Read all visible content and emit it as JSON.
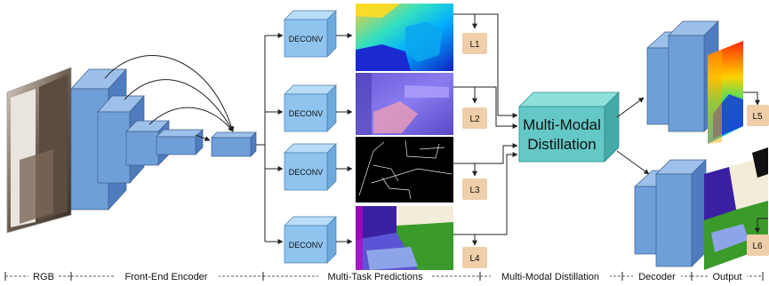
{
  "figure": {
    "deconv_label": "DECONV",
    "distillation_label_line1": "Multi-Modal",
    "distillation_label_line2": "Distillation",
    "loss_labels": [
      "L1",
      "L2",
      "L3",
      "L4",
      "L5",
      "L6"
    ],
    "stage_labels": {
      "rgb": "RGB",
      "encoder": "Front-End Encoder",
      "predictions": "Multi-Task Predictions",
      "distillation": "Multi-Modal Distillation",
      "decoder": "Decoder",
      "output": "Output"
    }
  },
  "colors": {
    "block_front": "#6f9fd8",
    "block_side": "#4f7cbf",
    "block_top": "#9cc0ea",
    "deconv_front": "#8fc4ee",
    "deconv_top": "#b9ddf7",
    "deconv_side": "#6ea9dd",
    "mmd_front": "#63c8c6",
    "mmd_top": "#8fe0dd",
    "mmd_side": "#45a9a6",
    "loss_box": "#efcfa9",
    "arrow": "#333333"
  }
}
